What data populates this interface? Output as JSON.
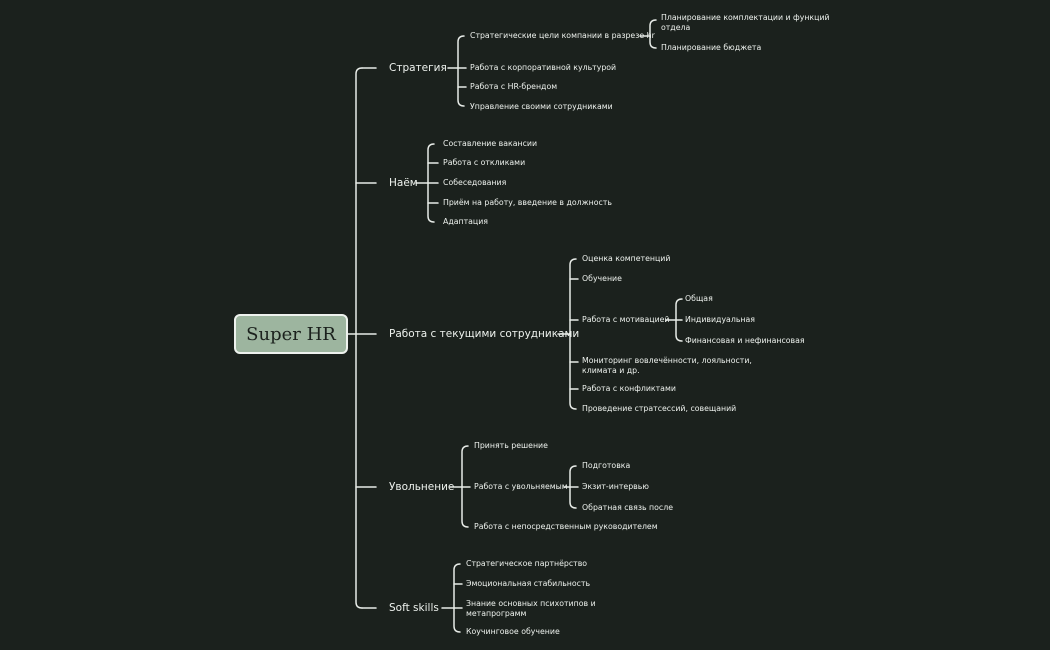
{
  "root": {
    "label": "Super HR"
  },
  "branches": [
    {
      "label": "Стратегия",
      "children": [
        {
          "label": "Стратегические цели компании в разрезе hr",
          "children": [
            {
              "label": "Планирование комплектации и функций отдела"
            },
            {
              "label": "Планирование бюджета"
            }
          ]
        },
        {
          "label": "Работа с корпоративной культурой"
        },
        {
          "label": "Работа с HR-брендом"
        },
        {
          "label": "Управление своими сотрудниками"
        }
      ]
    },
    {
      "label": "Наём",
      "children": [
        {
          "label": "Составление вакансии"
        },
        {
          "label": "Работа с откликами"
        },
        {
          "label": "Собеседования"
        },
        {
          "label": "Приём на работу, введение в должность"
        },
        {
          "label": "Адаптация"
        }
      ]
    },
    {
      "label": "Работа с текущими сотрудниками",
      "children": [
        {
          "label": "Оценка компетенций"
        },
        {
          "label": "Обучение"
        },
        {
          "label": "Работа с мотивацией",
          "children": [
            {
              "label": "Общая"
            },
            {
              "label": "Индивидуальная"
            },
            {
              "label": "Финансовая и нефинансовая"
            }
          ]
        },
        {
          "label": "Мониторинг вовлечённости, лояльности, климата и др."
        },
        {
          "label": "Работа с конфликтами"
        },
        {
          "label": "Проведение стратсессий, совещаний"
        }
      ]
    },
    {
      "label": "Увольнение",
      "children": [
        {
          "label": "Принять решение"
        },
        {
          "label": "Работа с увольняемым",
          "children": [
            {
              "label": "Подготовка"
            },
            {
              "label": "Экзит-интервью"
            },
            {
              "label": "Обратная связь после"
            }
          ]
        },
        {
          "label": "Работа с непосредственным руководителем"
        }
      ]
    },
    {
      "label": "Soft skills",
      "children": [
        {
          "label": "Стратегическое партнёрство"
        },
        {
          "label": "Эмоциональная стабильность"
        },
        {
          "label": "Знание основных психотипов и метапрограмм"
        },
        {
          "label": "Коучинговое обучение"
        }
      ]
    }
  ]
}
